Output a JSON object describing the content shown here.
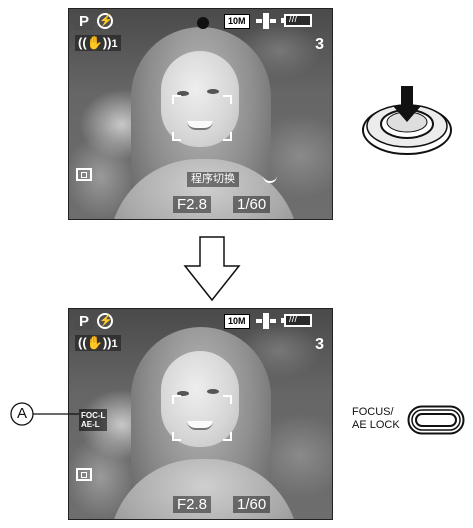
{
  "screen1": {
    "mode": "P",
    "flash_symbol": "⚡",
    "resolution": "10M",
    "stabilizer": "((✋))",
    "stabilizer_mode": "1",
    "remaining": "3",
    "scene_text": "程序切换",
    "aperture": "F2.8",
    "shutter": "1/60"
  },
  "screen2": {
    "mode": "P",
    "flash_symbol": "⚡",
    "resolution": "10M",
    "stabilizer": "((✋))",
    "stabilizer_mode": "1",
    "remaining": "3",
    "ae_lock_line1": "FOC-L",
    "ae_lock_line2": "AE-L",
    "aperture": "F2.8",
    "shutter": "1/60"
  },
  "callout_label": "A",
  "button_label": "FOCUS/ AE LOCK",
  "button_label_line1": "FOCUS/",
  "button_label_line2": "AE LOCK"
}
